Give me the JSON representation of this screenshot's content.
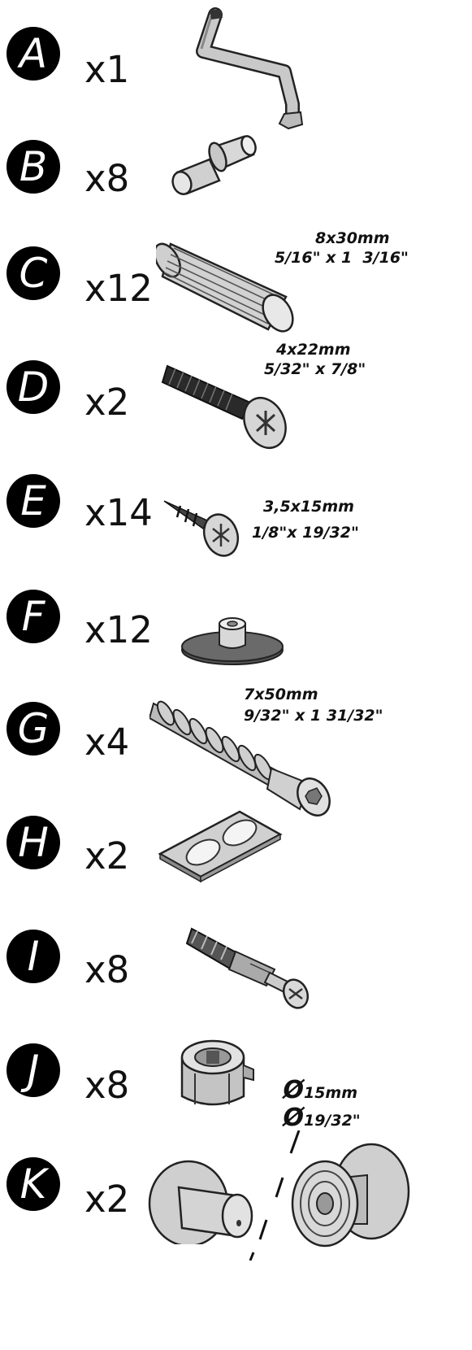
{
  "parts": [
    {
      "letter": "A",
      "qty": "x1",
      "icon": "hex-key-icon",
      "spec": []
    },
    {
      "letter": "B",
      "qty": "x8",
      "icon": "shelf-pin-icon",
      "spec": []
    },
    {
      "letter": "C",
      "qty": "x12",
      "icon": "wood-dowel-icon",
      "spec": [
        "8x30mm",
        "5/16\" x 1  3/16\""
      ]
    },
    {
      "letter": "D",
      "qty": "x2",
      "icon": "machine-screw-icon",
      "spec": [
        "4x22mm",
        "5/32\" x 7/8\""
      ]
    },
    {
      "letter": "E",
      "qty": "x14",
      "icon": "wood-screw-icon",
      "spec": [
        "3,5x15mm",
        "1/8\"x 19/32\""
      ]
    },
    {
      "letter": "F",
      "qty": "x12",
      "icon": "furniture-glide-icon",
      "spec": []
    },
    {
      "letter": "G",
      "qty": "x4",
      "icon": "confirmat-screw-icon",
      "spec": [
        "7x50mm",
        "9/32\" x 1 31/32\""
      ]
    },
    {
      "letter": "H",
      "qty": "x2",
      "icon": "double-pad-plate-icon",
      "spec": []
    },
    {
      "letter": "I",
      "qty": "x8",
      "icon": "cam-bolt-icon",
      "spec": []
    },
    {
      "letter": "J",
      "qty": "x8",
      "icon": "cam-lock-icon",
      "spec": [
        "15mm",
        "19/32\""
      ],
      "spec_prefix": "Ø"
    },
    {
      "letter": "K",
      "qty": "x2",
      "icon": "knob-icon",
      "spec": []
    }
  ]
}
